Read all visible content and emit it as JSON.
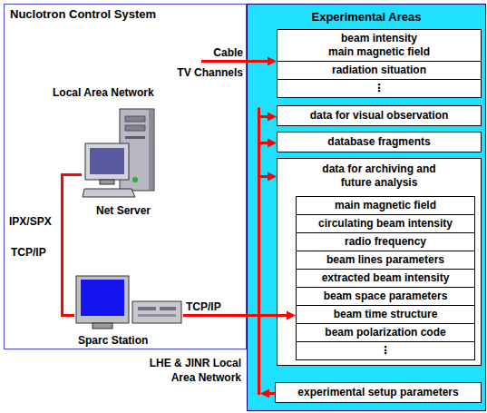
{
  "diagram": {
    "nodes": [
      {
        "text": [
          "Nuclotron Control System"
        ]
      },
      {
        "text": [
          "Net Server"
        ],
        "in": 0
      },
      {
        "text": [
          "Sparc Station"
        ],
        "in": 0
      },
      {
        "text": [
          "Experimental Areas"
        ]
      },
      {
        "text": [
          "beam intensity main magnetic field",
          "radiation situation",
          "⋮"
        ],
        "in": 3
      },
      {
        "text": [
          "data for visual observation"
        ],
        "in": 3
      },
      {
        "text": [
          "database fragments"
        ],
        "in": 3
      },
      {
        "text": [
          "data for archiving and future analysis"
        ],
        "in": 3
      },
      {
        "text": [
          "main magnetic field",
          "circulating beam intensity",
          "radio frequency",
          "beam lines parameters",
          "extracted beam intensity",
          "beam space parameters",
          "beam time structure",
          "beam polarization code",
          "⋮"
        ],
        "in": 7
      },
      {
        "text": [
          "experimental setup parameters"
        ],
        "in": 3
      }
    ],
    "edges": [
      {
        "from": 0,
        "to": 4,
        "arrow": "to"
      },
      {
        "from": 1,
        "to": 2,
        "arrow": "none"
      },
      {
        "from": 2,
        "to": 8,
        "label": "TCP/IP",
        "arrow": "to"
      }
    ],
    "labels": [
      "Local Area Network",
      "IPX/SPX",
      "TCP/IP",
      "Cable",
      "TV Channels",
      "LHE & JINR Local Area Network"
    ]
  }
}
